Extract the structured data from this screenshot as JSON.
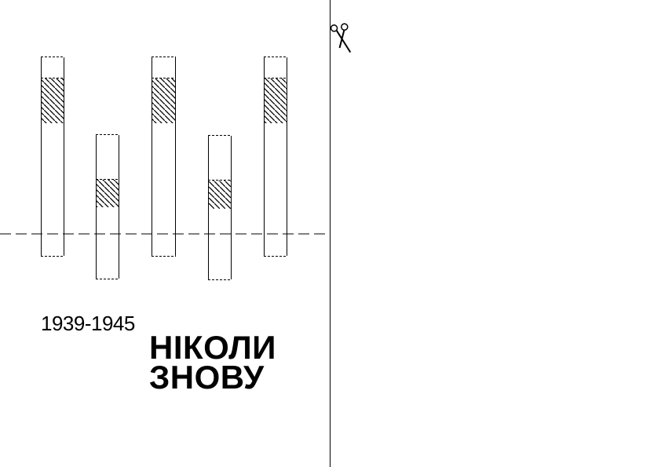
{
  "poster": {
    "years": "1939-1945",
    "slogan_line1": "НІКОЛИ",
    "slogan_line2": "ЗНОВУ"
  },
  "icons": {
    "cut_mark": "scissors-icon"
  },
  "colors": {
    "ink": "#000000",
    "paper": "#ffffff"
  }
}
